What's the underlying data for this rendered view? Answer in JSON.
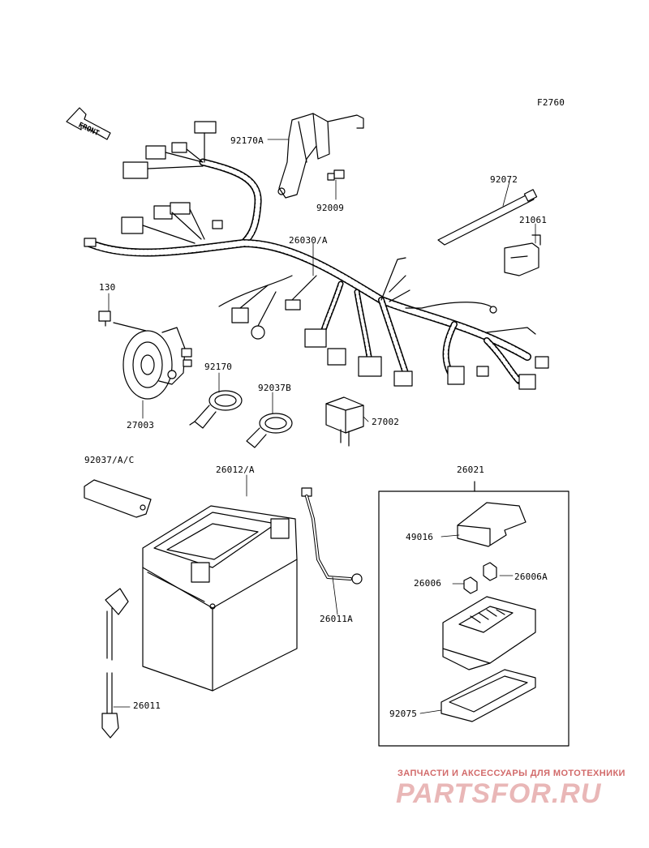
{
  "figure_code": "F2760",
  "front_label": "FRONT",
  "labels": {
    "p92170A": "92170A",
    "p92009": "92009",
    "p92072": "92072",
    "p21061": "21061",
    "p26030A": "26030/A",
    "p130": "130",
    "p92170": "92170",
    "p92037B": "92037B",
    "p27002": "27002",
    "p27003": "27003",
    "p92037AC": "92037/A/C",
    "p26012A": "26012/A",
    "p26021": "26021",
    "p49016": "49016",
    "p26006": "26006",
    "p26006A": "26006A",
    "p26011A": "26011A",
    "p92075": "92075",
    "p26011": "26011"
  },
  "watermark": {
    "tagline": "ЗАПЧАСТИ И АКСЕССУАРЫ ДЛЯ МОТОТЕХНИКИ",
    "logo": "PARTSFOR.RU"
  }
}
